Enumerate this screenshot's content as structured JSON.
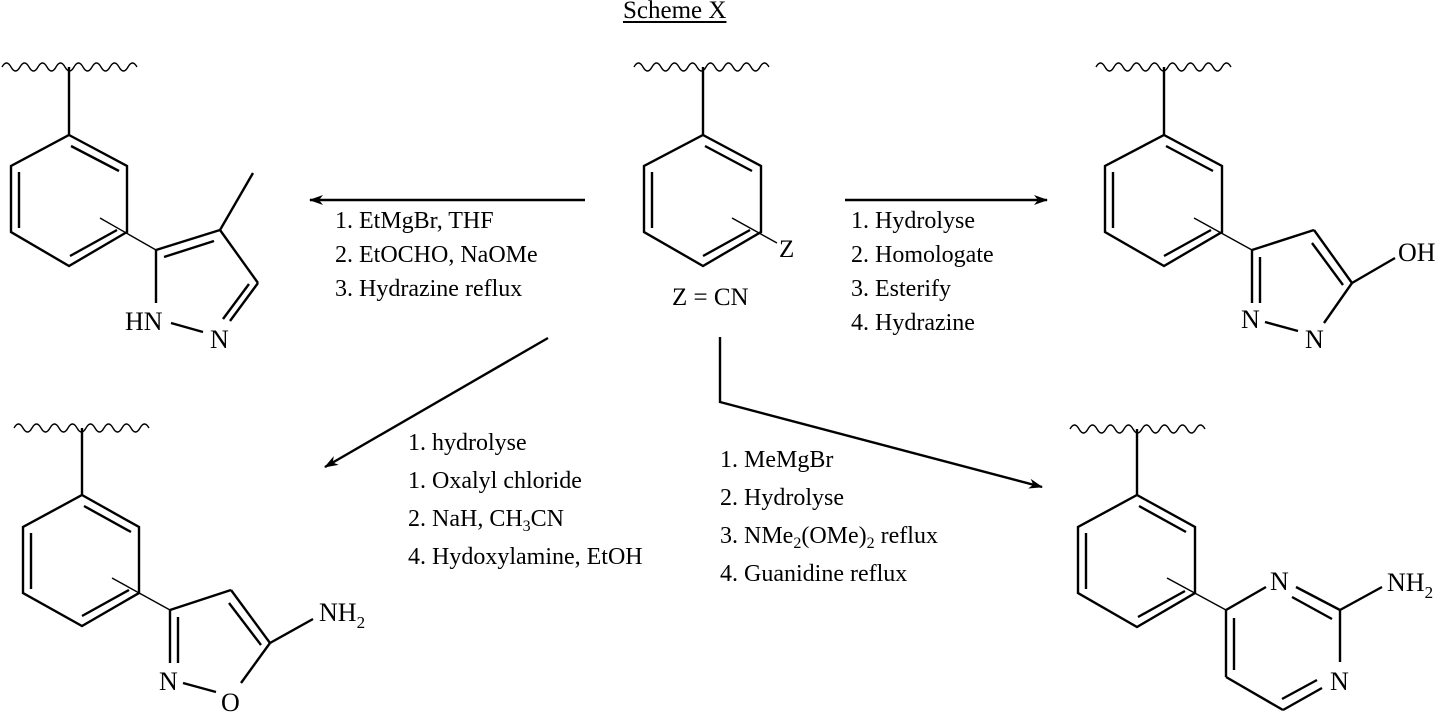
{
  "title": "Scheme X",
  "start_material": {
    "substituent_label": "Z",
    "definition": "Z = CN"
  },
  "products": {
    "top_left": {
      "name": "4-methylpyrazol-5-yl",
      "atoms": {
        "nh": "HN",
        "n": "N"
      }
    },
    "top_right": {
      "name": "5-hydroxypyrazol-3-yl",
      "atoms": {
        "n1": "N",
        "n2": "N",
        "oh": "OH"
      }
    },
    "bottom_left": {
      "name": "5-aminoisoxazol-3-yl",
      "atoms": {
        "n": "N",
        "o": "O",
        "nh2": "NH",
        "nh2_sub": "2"
      }
    },
    "bottom_right": {
      "name": "2-aminopyrimidin-4-yl",
      "atoms": {
        "n3": "N",
        "n1": "N",
        "nh2": "NH",
        "nh2_sub": "2"
      }
    }
  },
  "conditions": {
    "to_top_left": [
      "1. EtMgBr, THF",
      "2. EtOCHO, NaOMe",
      "3. Hydrazine reflux"
    ],
    "to_top_right": [
      "1. Hydrolyse",
      "2. Homologate",
      "3. Esterify",
      "4. Hydrazine"
    ],
    "to_bottom_left": {
      "step1": "1. hydrolyse",
      "step2": "1. Oxalyl chloride",
      "step3_prefix": "2. NaH, CH",
      "step3_sub": "3",
      "step3_suffix": "CN",
      "step4": "4. Hydoxylamine, EtOH"
    },
    "to_bottom_right": {
      "step1": "1. MeMgBr",
      "step2": "2. Hydrolyse",
      "step3_a": "3. NMe",
      "step3_sub1": "2",
      "step3_b": "(OMe)",
      "step3_sub2": "2",
      "step3_c": " reflux",
      "step4": "4. Guanidine reflux"
    }
  }
}
